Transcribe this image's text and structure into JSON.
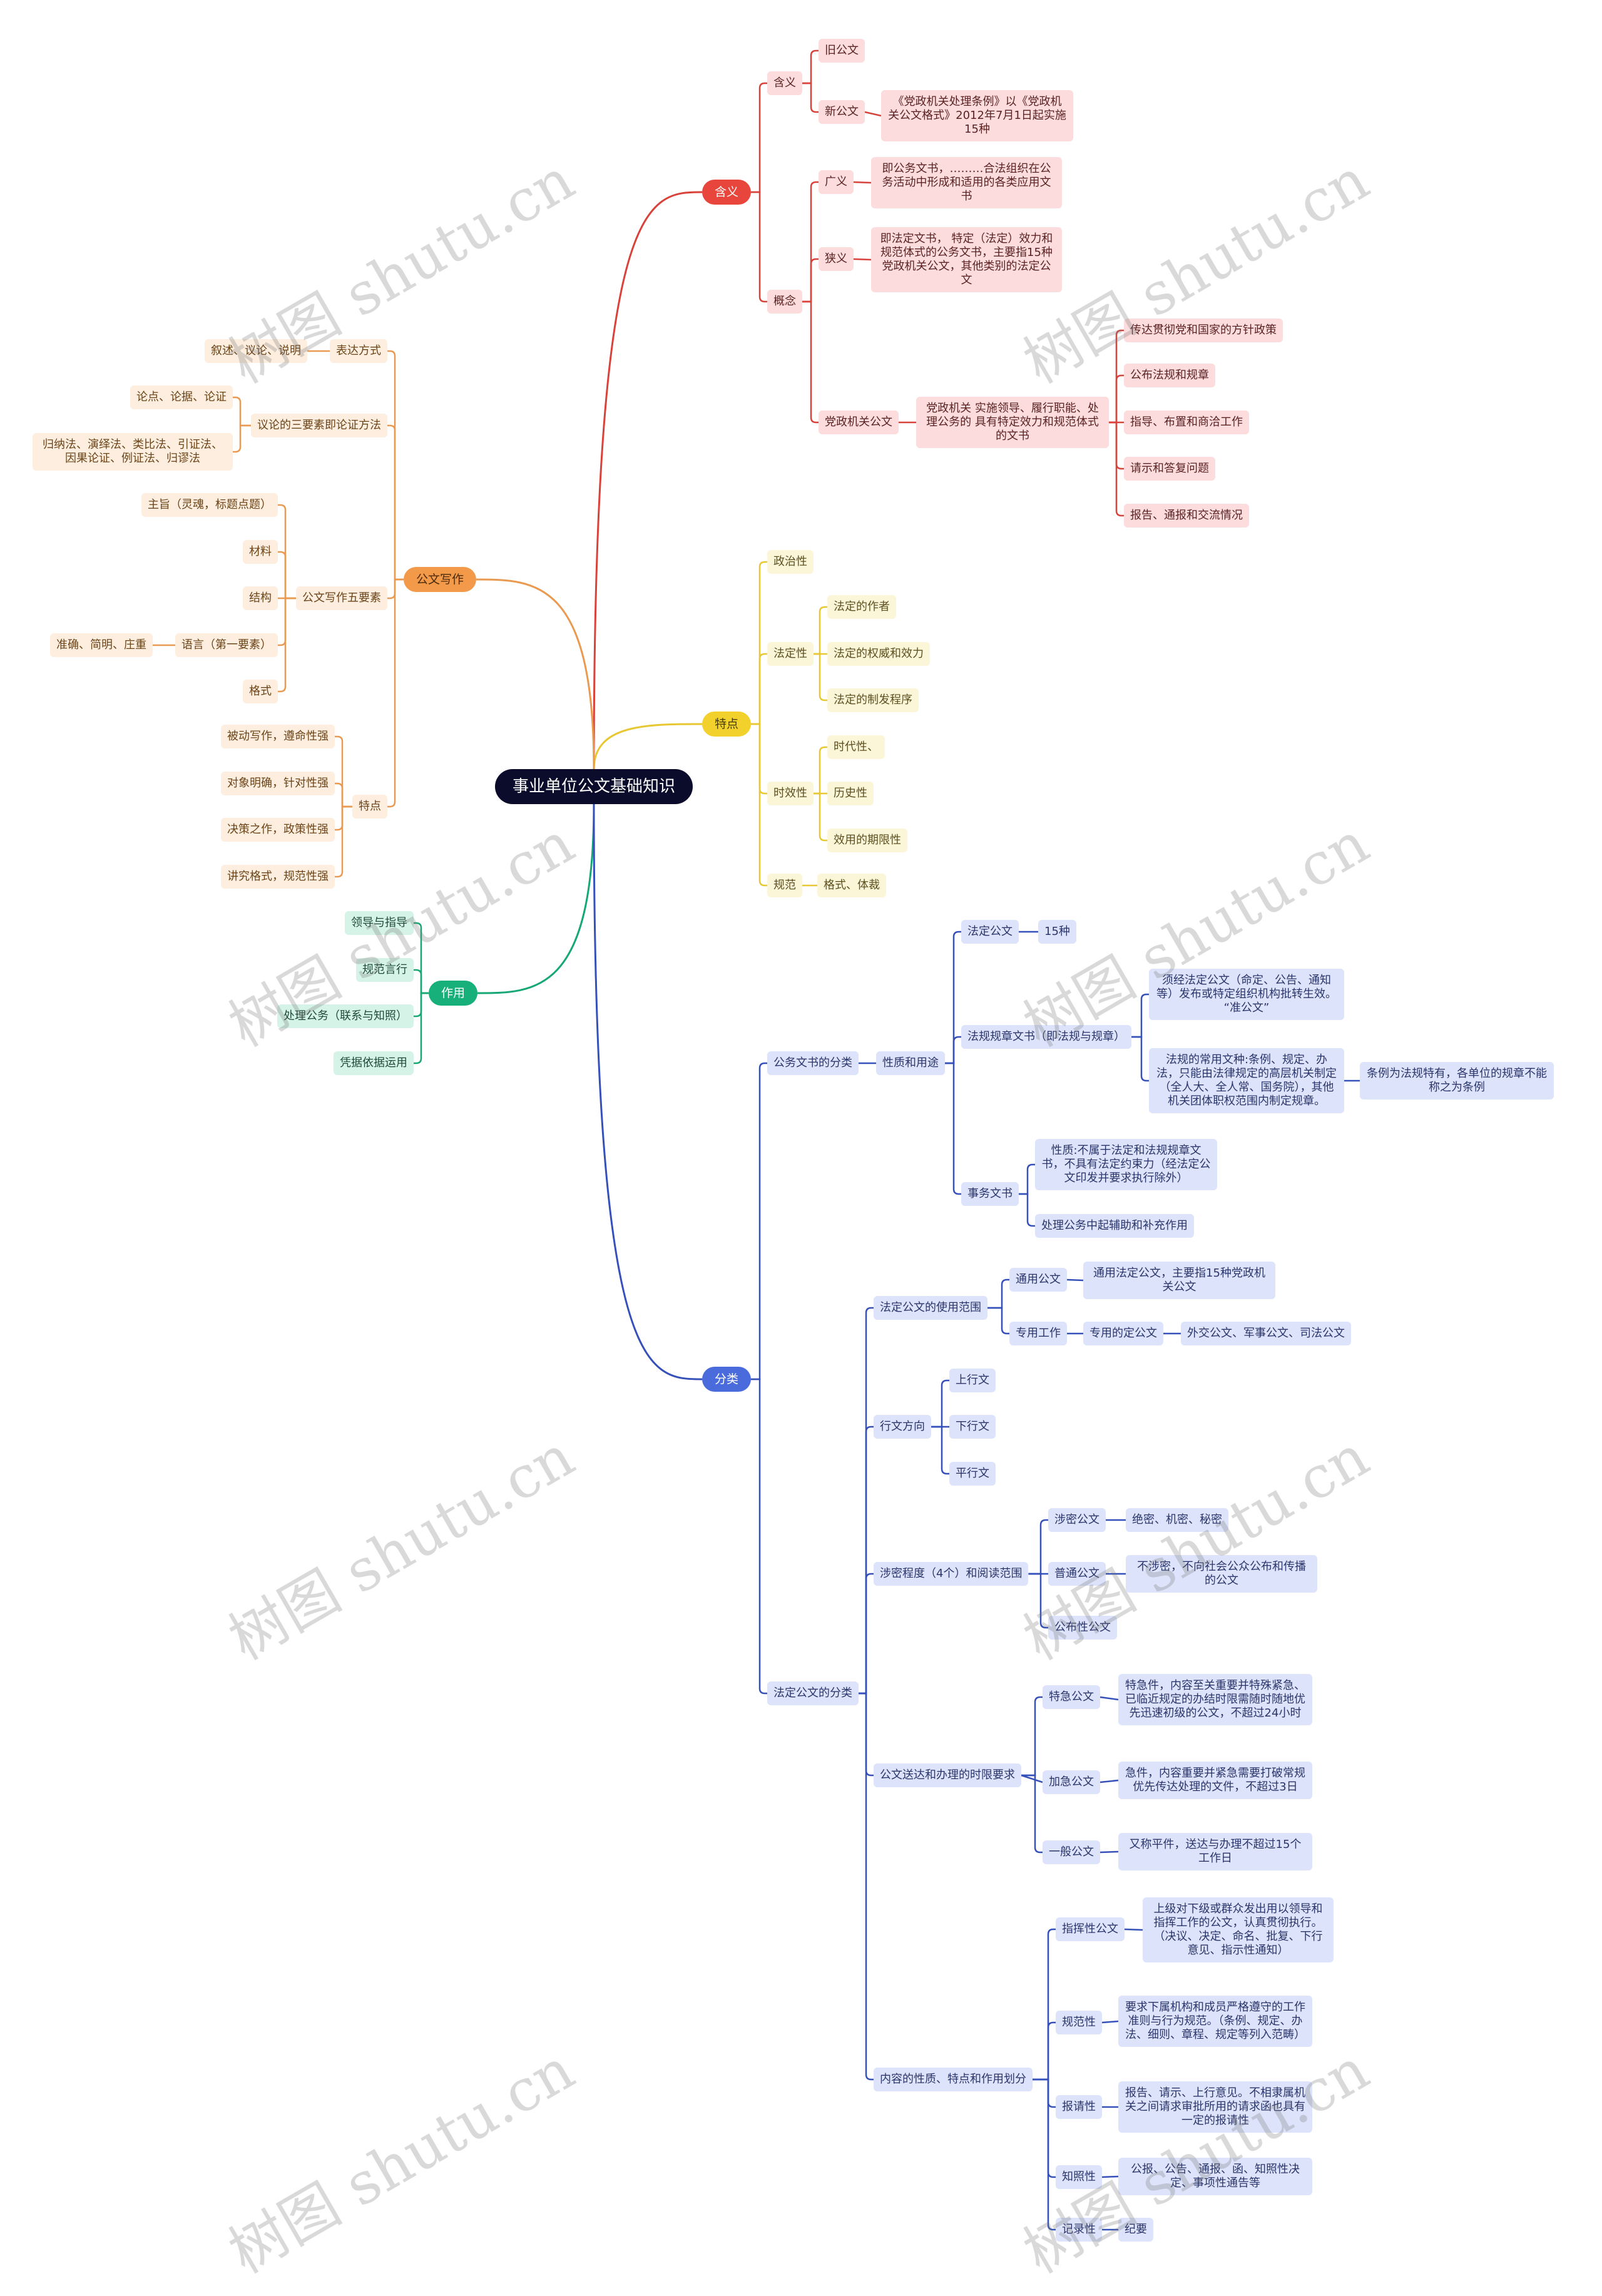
{
  "root": "事业单位公文基础知识",
  "meaning": {
    "label": "含义",
    "sub": {
      "label": "含义",
      "old": "旧公文",
      "new": "新公文",
      "new_desc": "《党政机关处理条例》以《党政机关公文格式》2012年7月1日起实施15种"
    },
    "concept": {
      "label": "概念",
      "broad": "广义",
      "broad_desc": "即公务文书，………合法组织在公务活动中形成和适用的各类应用文书",
      "narrow": "狭义",
      "narrow_desc": "即法定文书， 特定（法定）效力和规范体式的公务文书，主要指15种党政机关公文，其他类别的法定公文",
      "party": "党政机关公文",
      "party_desc": "党政机关 实施领导、履行职能、处理公务的 具有特定效力和规范体式的文书",
      "functions": [
        "传达贯彻党和国家的方针政策",
        "公布法规和规章",
        "指导、布置和商洽工作",
        "请示和答复问题",
        "报告、通报和交流情况"
      ]
    }
  },
  "features": {
    "label": "特点",
    "political": "政治性",
    "legal": {
      "label": "法定性",
      "items": [
        "法定的作者",
        "法定的权威和效力",
        "法定的制发程序"
      ]
    },
    "timely": {
      "label": "时效性",
      "items": [
        "时代性、",
        "历史性",
        "效用的期限性"
      ]
    },
    "norm": {
      "label": "规范",
      "item": "格式、体裁"
    }
  },
  "writing": {
    "label": "公文写作",
    "expression": {
      "label": "表达方式",
      "item": "叙述、议论、说明"
    },
    "argument": {
      "label": "议论的三要素即论证方法",
      "items": [
        "论点、论据、论证",
        "归纳法、演绎法、类比法、引证法、因果论证、例证法、归谬法"
      ]
    },
    "five": {
      "label": "公文写作五要素",
      "items": [
        "主旨（灵魂，标题点题）",
        "材料",
        "结构",
        "语言（第一要素）",
        "格式"
      ],
      "language_detail": "准确、简明、庄重"
    },
    "traits": {
      "label": "特点",
      "items": [
        "被动写作，遵命性强",
        "对象明确，针对性强",
        "决策之作，政策性强",
        "讲究格式，规范性强"
      ]
    }
  },
  "role": {
    "label": "作用",
    "items": [
      "领导与指导",
      "规范言行",
      "处理公务（联系与知照）",
      "凭据依据运用"
    ]
  },
  "classification": {
    "label": "分类",
    "official": {
      "label": "公务文书的分类",
      "nature": {
        "label": "性质和用途",
        "statutory": {
          "label": "法定公文",
          "item": "15种"
        },
        "regulation": {
          "label": "法规规章文书（即法规与规章）",
          "items": [
            "须经法定公文（命定、公告、通知等）发布或特定组织机构批转生效。 “准公文”",
            "法规的常用文种:条例、规定、办法，只能由法律规定的高层机关制定（全人大、全人常、国务院），其他机关团体职权范围内制定规章。"
          ],
          "note": "条例为法规特有，各单位的规章不能称之为条例"
        },
        "affairs": {
          "label": "事务文书",
          "items": [
            "性质:不属于法定和法规规章文书，不具有法定约束力（经法定公文印发并要求执行除外）",
            "处理公务中起辅助和补充作用"
          ]
        }
      }
    },
    "statutory": {
      "label": "法定公文的分类",
      "scope": {
        "label": "法定公文的使用范围",
        "general": "通用公文",
        "general_desc": "通用法定公文，主要指15种党政机关公文",
        "special": "专用工作",
        "special_child": "专用的定公文",
        "special_desc": "外交公文、军事公文、司法公文"
      },
      "direction": {
        "label": "行文方向",
        "items": [
          "上行文",
          "下行文",
          "平行文"
        ]
      },
      "secrecy": {
        "label": "涉密程度（4个）和阅读范围",
        "secret": "涉密公文",
        "secret_desc": "绝密、机密、秘密",
        "normal": "普通公文",
        "normal_desc": "不涉密，不向社会公众公布和传播的公文",
        "public": "公布性公文"
      },
      "deadline": {
        "label": "公文送达和办理的时限要求",
        "items": [
          {
            "label": "特急公文",
            "desc": "特急件，内容至关重要并特殊紧急、已临近规定的办结时限需随时随地优先迅速初级的公文，不超过24小时"
          },
          {
            "label": "加急公文",
            "desc": "急件，内容重要并紧急需要打破常规优先传达处理的文件，不超过3日"
          },
          {
            "label": "一般公文",
            "desc": "又称平件，送达与办理不超过15个工作日"
          }
        ]
      },
      "content": {
        "label": "内容的性质、特点和作用划分",
        "items": [
          {
            "label": "指挥性公文",
            "desc": "上级对下级或群众发出用以领导和指挥工作的公文，认真贯彻执行。（决议、决定、命名、批复、下行意见、指示性通知）"
          },
          {
            "label": "规范性",
            "desc": "要求下属机构和成员严格遵守的工作准则与行为规范。（条例、规定、办法、细则、章程、规定等列入范畴）"
          },
          {
            "label": "报请性",
            "desc": "报告、请示、上行意见。不相隶属机关之间请求审批所用的请求函也具有一定的报请性"
          },
          {
            "label": "知照性",
            "desc": "公报、公告、通报、函、知照性决定、事项性通告等"
          },
          {
            "label": "记录性",
            "desc": "纪要"
          }
        ]
      }
    }
  },
  "watermark": "树图 shutu.cn",
  "colors": {
    "red": "#e8453c",
    "orange": "#f29a4a",
    "yellow": "#f2d12c",
    "green": "#17b07a",
    "blue": "#4a6bdc",
    "root": "#0b0c2c"
  }
}
